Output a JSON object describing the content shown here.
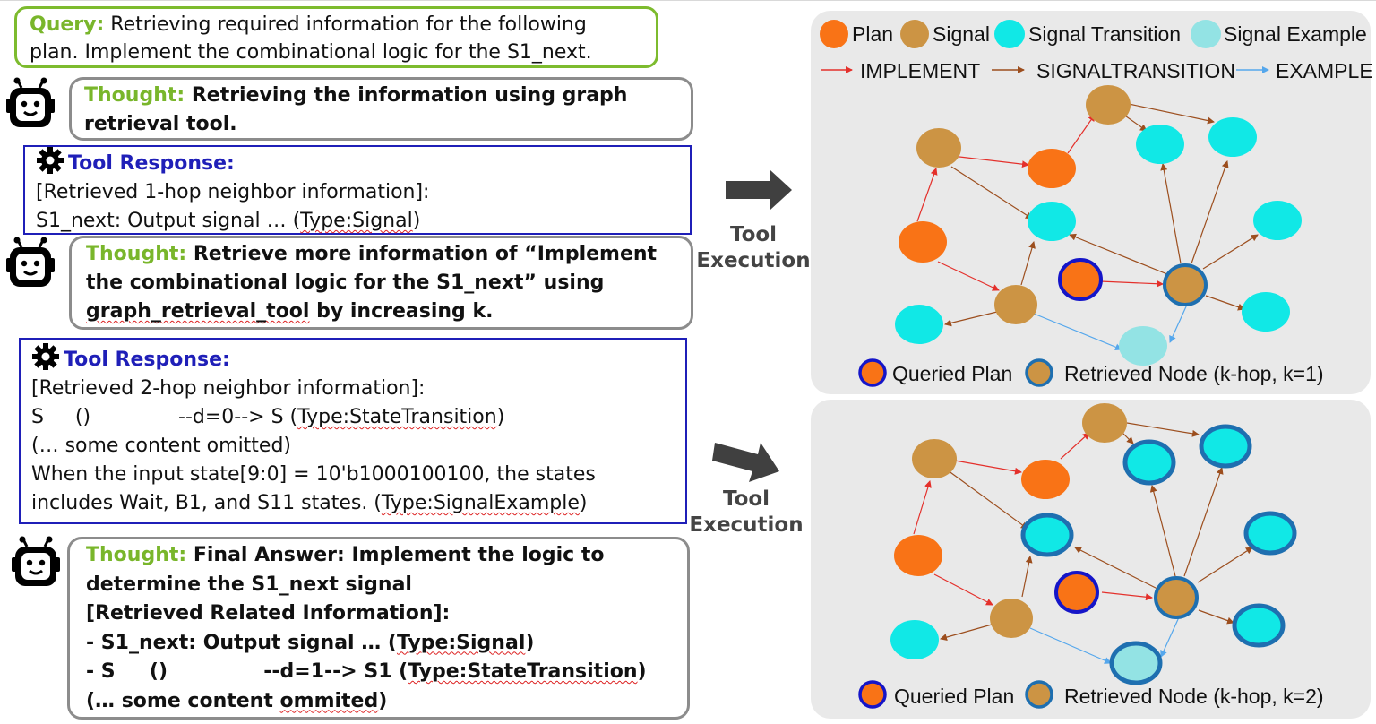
{
  "query": {
    "label": "Query:",
    "line1": " Retrieving required information for the following",
    "line2": "plan. Implement the combinational logic for the S1_next."
  },
  "thought1": {
    "label": "Thought:",
    "line1": " Retrieving the information using graph",
    "line2": "retrieval tool."
  },
  "tool1": {
    "label": "Tool Response:",
    "line1": "[Retrieved 1-hop neighbor information]:",
    "line2_a": "S1_next: Output signal … (",
    "line2_b": "Type:Signal",
    "line2_c": ")"
  },
  "thought2": {
    "label": "Thought:",
    "line1": " Retrieve more information of “Implement",
    "line2": "the combinational logic for the S1_next” using",
    "line3_a": "graph_retrieval_tool",
    "line3_b": " by increasing k."
  },
  "tool2": {
    "label": "Tool Response:",
    "line1": "[Retrieved 2-hop neighbor information]:",
    "line2_a": "S     ()              --d=0--> S (",
    "line2_b": "Type:StateTransition",
    "line2_c": ")",
    "line3": "(… some content omitted)",
    "line4": "When the input state[9:0] = 10'b1000100100, the states",
    "line5_a": "includes Wait, B1, and S11 states. (",
    "line5_b": "Type:SignalExample",
    "line5_c": ")"
  },
  "thought3": {
    "label": "Thought:",
    "line1": " Final Answer: Implement the logic to",
    "line2": "determine the S1_next signal",
    "line3": "[Retrieved Related Information]:",
    "line4_a": "- S1_next: Output signal … (",
    "line4_b": "Type:Signal",
    "line4_c": ")",
    "line5_a": "- S     ()              --d=1--> S1 (",
    "line5_b": "Type:StateTransition",
    "line5_c": ")",
    "line6_a": "(… some content ",
    "line6_b": "ommited",
    "line6_c": ")"
  },
  "arrows": [
    {
      "line1": "Tool",
      "line2": "Execution"
    },
    {
      "line1": "Tool",
      "line2": "Execution"
    }
  ],
  "legend": {
    "plan": "Plan",
    "signal": "Signal",
    "signal_transition": "Signal Transition",
    "signal_example": "Signal Example",
    "implement": "IMPLEMENT",
    "signaltransition": "SIGNALTRANSITION",
    "example": "EXAMPLE"
  },
  "graph1_footer": {
    "queried": "Queried Plan",
    "retrieved": "Retrieved Node (k-hop, k=1)"
  },
  "graph2_footer": {
    "queried": "Queried Plan",
    "retrieved": "Retrieved Node (k-hop, k=2)"
  },
  "colors": {
    "plan": "#f97316",
    "signal": "#cc9444",
    "signal_transition": "#11e8e6",
    "signal_example": "#93e3e4",
    "implement": "#e4302b",
    "signaltransition": "#9c4e1e",
    "example": "#55a7ec",
    "query_border": "#7dbb2e",
    "tool_border": "#1f1fb8"
  }
}
